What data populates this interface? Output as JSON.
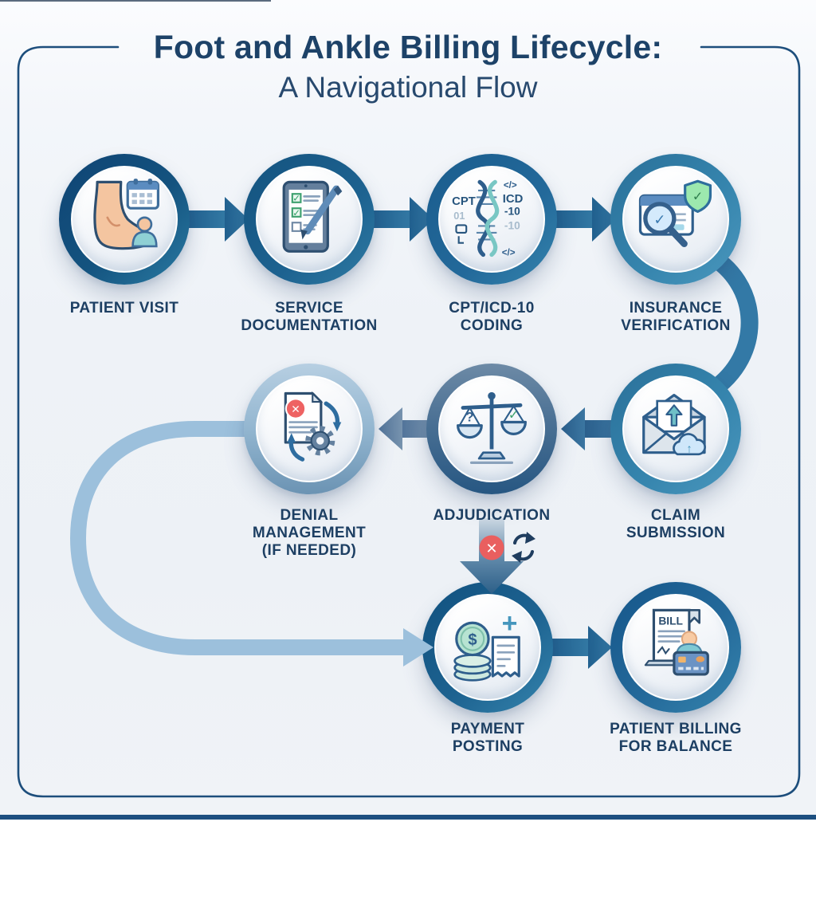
{
  "title": {
    "line1": "Foot and Ankle Billing Lifecycle:",
    "line2": "A Navigational Flow"
  },
  "steps": [
    {
      "id": "patient-visit",
      "label": "PATIENT VISIT",
      "lines": [
        "PATIENT VISIT"
      ],
      "icon": "foot-calendar-icon"
    },
    {
      "id": "service-documentation",
      "label": "SERVICE DOCUMENTATION",
      "lines": [
        "SERVICE",
        "DOCUMENTATION"
      ],
      "icon": "tablet-checklist-icon",
      "icon_text": {
        "check": "✓"
      }
    },
    {
      "id": "cpt-icd10-coding",
      "label": "CPT/ICD-10 CODING",
      "lines": [
        "CPT/ICD-10",
        "CODING"
      ],
      "icon": "dna-coding-icon",
      "icon_text": {
        "cpt": "CPT",
        "icd": "ICD",
        "minus10": "-10",
        "minus10_faded": "-10",
        "binary": "01",
        "code_top": "</>",
        "code_bottom": "</>"
      }
    },
    {
      "id": "insurance-verification",
      "label": "INSURANCE VERIFICATION",
      "lines": [
        "INSURANCE",
        "VERIFICATION"
      ],
      "icon": "card-magnifier-shield-icon",
      "icon_text": {
        "check": "✓"
      }
    },
    {
      "id": "claim-submission",
      "label": "CLAIM SUBMISSION",
      "lines": [
        "CLAIM",
        "SUBMISSION"
      ],
      "icon": "envelope-upload-icon",
      "icon_text": {
        "up_arrow": "↑"
      }
    },
    {
      "id": "adjudication",
      "label": "ADJUDICATION",
      "lines": [
        "ADJUDICATION"
      ],
      "icon": "balance-scales-icon",
      "icon_text": {
        "question": "?",
        "check": "✓"
      }
    },
    {
      "id": "denial-management",
      "label": "DENIAL MANAGEMENT (IF NEEDED)",
      "lines": [
        "DENIAL",
        "MANAGEMENT",
        "(IF NEEDED)"
      ],
      "icon": "denied-doc-gear-icon",
      "icon_text": {
        "x": "✕"
      }
    },
    {
      "id": "payment-posting",
      "label": "PAYMENT POSTING",
      "lines": [
        "PAYMENT",
        "POSTING"
      ],
      "icon": "coins-receipt-icon",
      "icon_text": {
        "dollar": "$",
        "plus": "+"
      }
    },
    {
      "id": "patient-billing",
      "label": "PATIENT BILLING FOR BALANCE",
      "lines": [
        "PATIENT BILLING",
        "FOR BALANCE"
      ],
      "icon": "bill-card-person-icon",
      "icon_text": {
        "bill": "BILL"
      }
    }
  ],
  "badges": {
    "error_x": "✕"
  },
  "edges": [
    {
      "from": "PATIENT VISIT",
      "to": "SERVICE DOCUMENTATION",
      "style": "arrow-right"
    },
    {
      "from": "SERVICE DOCUMENTATION",
      "to": "CPT/ICD-10 CODING",
      "style": "arrow-right"
    },
    {
      "from": "CPT/ICD-10 CODING",
      "to": "INSURANCE VERIFICATION",
      "style": "arrow-right"
    },
    {
      "from": "INSURANCE VERIFICATION",
      "to": "CLAIM SUBMISSION",
      "style": "curve-down"
    },
    {
      "from": "CLAIM SUBMISSION",
      "to": "ADJUDICATION",
      "style": "arrow-left"
    },
    {
      "from": "ADJUDICATION",
      "to": "DENIAL MANAGEMENT (IF NEEDED)",
      "style": "arrow-left"
    },
    {
      "from": "DENIAL MANAGEMENT (IF NEEDED)",
      "to": "PAYMENT POSTING",
      "style": "long-loop"
    },
    {
      "from": "ADJUDICATION",
      "to": "PAYMENT POSTING",
      "style": "denied-retry-down-arrow"
    },
    {
      "from": "PAYMENT POSTING",
      "to": "PATIENT BILLING FOR BALANCE",
      "style": "arrow-right"
    }
  ],
  "colors": {
    "accent_navy": "#1d4e7c",
    "ring_dark": "#14537f",
    "ring_teal": "#3584ad",
    "loop_blue": "#9cc0dc",
    "arrow_blue": "#2e6da0",
    "arrow_slate": "#54769a",
    "label_navy": "#1d3f63",
    "error_red": "#e95f5f",
    "success_green": "#3aa06b",
    "bottom_line": "#1d4f80",
    "background": "#eef2f7"
  }
}
